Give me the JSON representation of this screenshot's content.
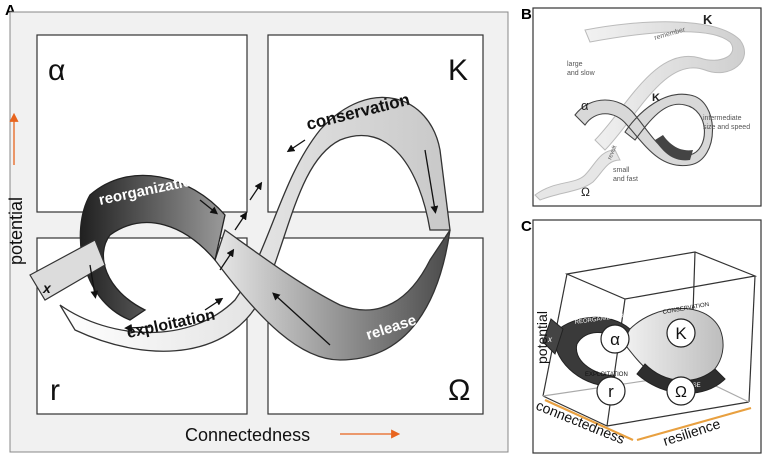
{
  "panel_a": {
    "label": "A",
    "quadrants": {
      "alpha": "α",
      "k": "K",
      "r": "r",
      "omega": "Ω"
    },
    "phases": {
      "conservation": "conservation",
      "reorganization": "reorganization",
      "exploitation": "exploitation",
      "release": "release",
      "x": "x"
    },
    "y_axis": "potential",
    "x_axis": "Connectedness",
    "arrow_color": "#e8641e"
  },
  "panel_b": {
    "label": "B",
    "top_k": "K",
    "remember": "remember",
    "large_slow": [
      "large",
      "and slow"
    ],
    "alpha": "α",
    "mid_k": "K",
    "intermediate": [
      "intermediate",
      "size and speed"
    ],
    "revolt": "revolt",
    "omega": "Ω",
    "small_fast": [
      "small",
      "and fast"
    ]
  },
  "panel_c": {
    "label": "C",
    "y_axis": "potential",
    "x_axis": "connectedness",
    "z_axis": "resilience",
    "circles": {
      "alpha": "α",
      "k": "K",
      "r": "r",
      "omega": "Ω"
    },
    "phases": {
      "reorganization": "REORGANIZATION",
      "conservation": "CONSERVATION",
      "exploitation": "EXPLOITATION",
      "release": "RELEASE",
      "x": "x"
    },
    "axis_color": "#e8a040"
  }
}
